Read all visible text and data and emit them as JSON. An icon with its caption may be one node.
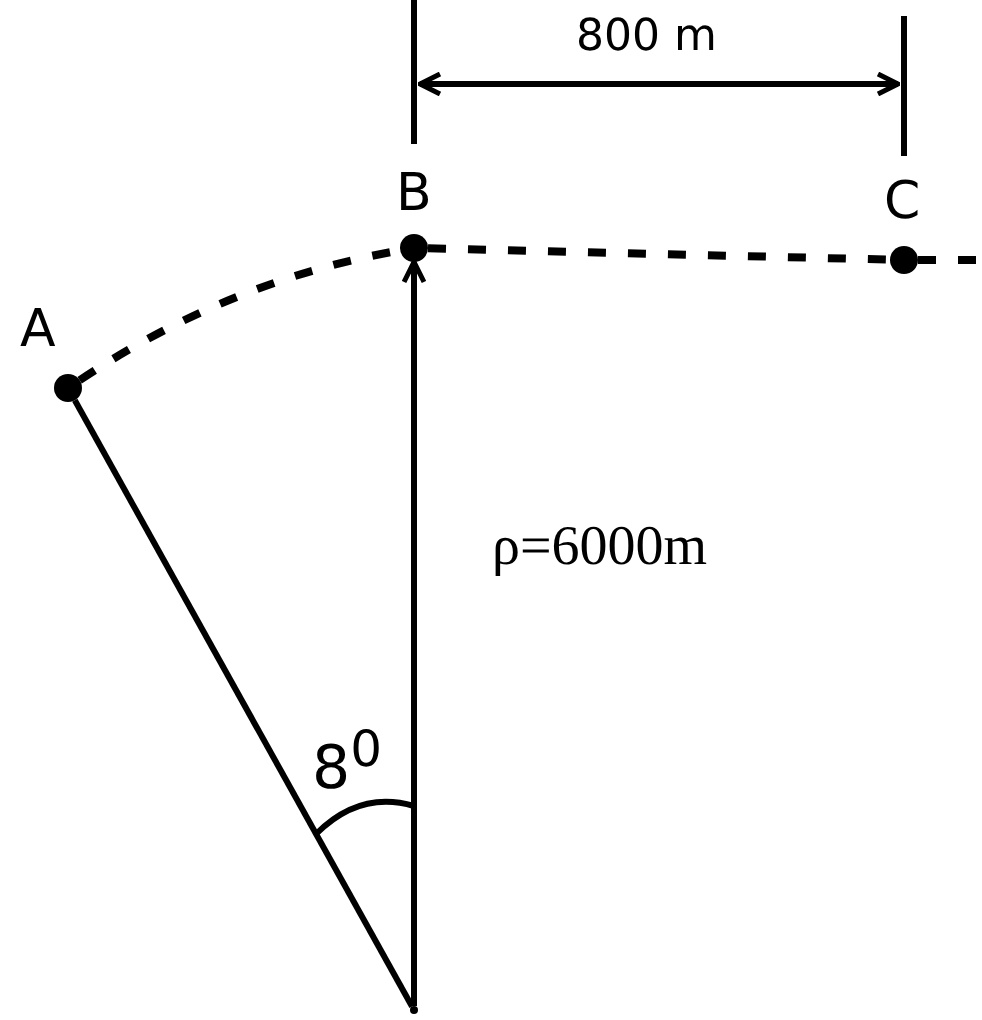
{
  "diagram": {
    "nodes": [
      {
        "text": [
          "A"
        ]
      },
      {
        "text": [
          "B"
        ]
      },
      {
        "text": [
          "C"
        ]
      },
      {
        "text": [],
        "shape": "point"
      }
    ],
    "edges": [
      {
        "from": 3,
        "to": 1,
        "arrow": "to"
      },
      {
        "from": 3,
        "to": 0,
        "arrow": "none"
      },
      {
        "from": 0,
        "to": 1,
        "arrow": "none",
        "style": "dashed"
      },
      {
        "from": 1,
        "to": 2,
        "arrow": "none",
        "style": "dashed"
      },
      {
        "from": 2,
        "to": null,
        "arrow": "none",
        "style": "dashed"
      }
    ],
    "labels": [
      "800 m",
      "ρ=6000m",
      "8$^{0}$"
    ]
  }
}
